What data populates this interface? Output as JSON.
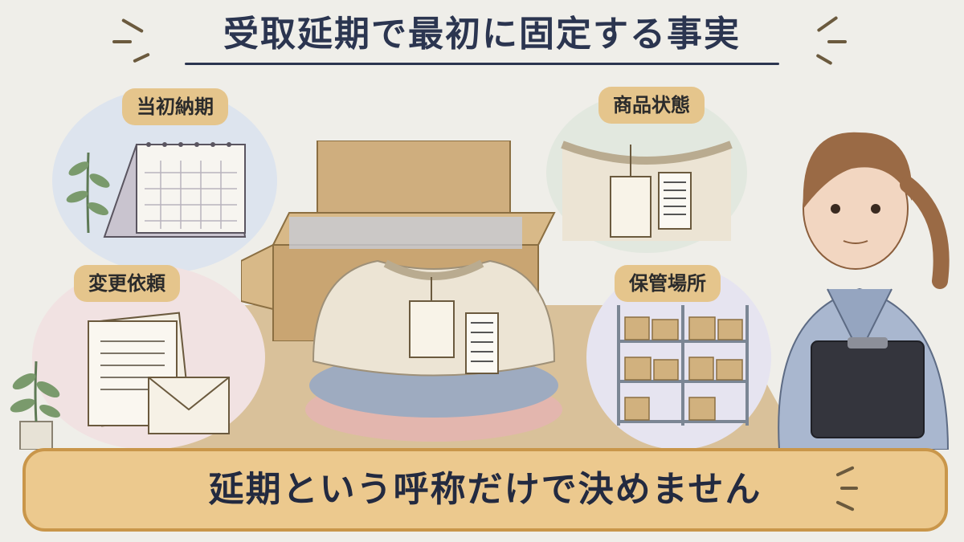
{
  "title": "受取延期で最初に固定する事実",
  "labels": {
    "original_deadline": "当初納期",
    "product_condition": "商品状態",
    "change_request": "変更依頼",
    "storage_location": "保管場所"
  },
  "banner": "延期という呼称だけで決めません",
  "colors": {
    "background": "#efeee9",
    "title_ink": "#2b3550",
    "pill": "#e5c58c",
    "banner_fill": "#ecc98e",
    "banner_border": "#c9964a",
    "bubble_blue": "#dde4ee",
    "bubble_green": "#e2e8df",
    "bubble_pink": "#f1e2e2",
    "bubble_lavender": "#e6e4f0"
  },
  "icons": [
    "calendar-icon",
    "sweater-icon",
    "document-icon",
    "envelope-icon",
    "shelf-icon",
    "box-icon",
    "plant-icon",
    "clipboard-icon",
    "person-icon"
  ]
}
